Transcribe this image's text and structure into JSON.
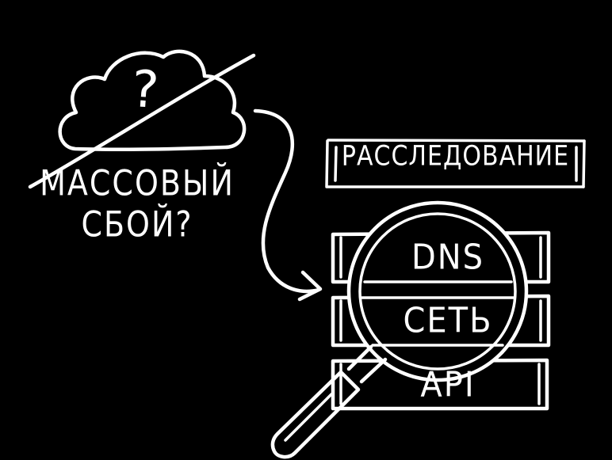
{
  "palette": {
    "background": "#000000",
    "ink": "#ffffff"
  },
  "cloud": {
    "symbol": "?",
    "icon": "cloud-icon"
  },
  "outage": {
    "line1": "МАССОВЫЙ",
    "line2": "СБОЙ?"
  },
  "investigation": {
    "label": "РАССЛЕДОВАНИЕ"
  },
  "layers": [
    {
      "label": "DNS"
    },
    {
      "label": "СЕТЬ"
    },
    {
      "label": "API"
    }
  ],
  "magnifier": {
    "icon": "magnifying-glass-icon"
  },
  "connector": {
    "icon": "arrow-icon"
  }
}
